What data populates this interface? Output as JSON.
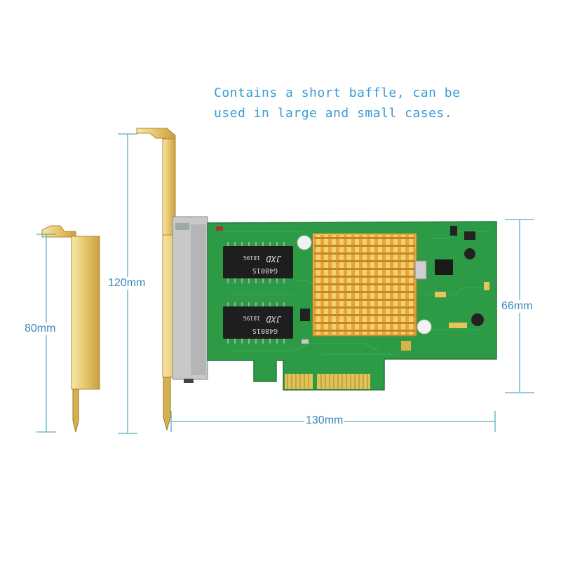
{
  "caption": "Contains a short baffle, can be\nused in large and small cases.",
  "dimensions": {
    "short_bracket": "80mm",
    "full_bracket": "120mm",
    "card_length": "130mm",
    "card_height": "66mm"
  },
  "chips": {
    "top_line1": "G4801S",
    "top_line2": "JXD",
    "top_line3": "1819G",
    "bottom_line1": "G4801S",
    "bottom_line2": "JXD",
    "bottom_line3": "1819G"
  },
  "colors": {
    "pcb": "#2d9a45",
    "bracket": "#e8c060",
    "heatsink": "#e6a93a",
    "dimension_line": "#5aaec8",
    "caption": "#3a9ad6"
  }
}
